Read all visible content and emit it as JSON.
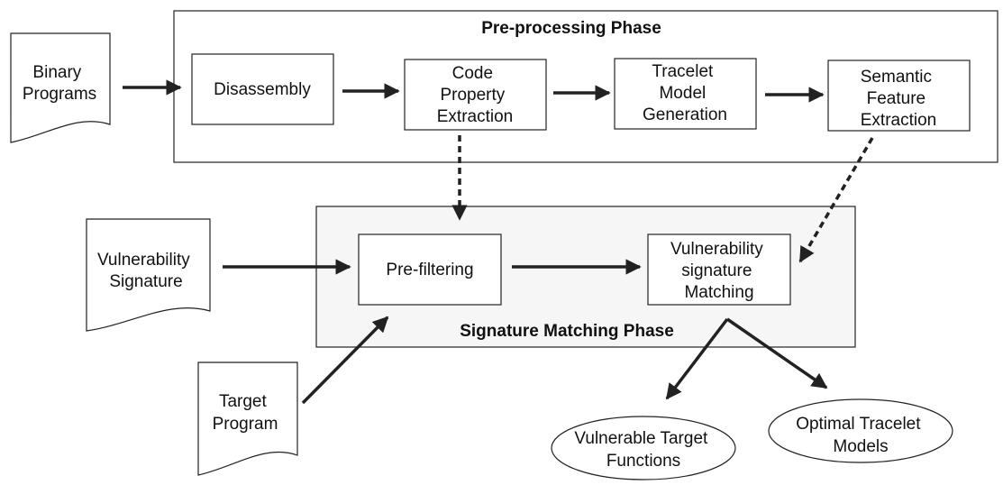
{
  "colors": {
    "stroke": "#222222",
    "text": "#111111",
    "box_fill": "#ffffff",
    "matching_phase_fill": "#f6f6f6"
  },
  "phases": {
    "preprocessing": "Pre-processing Phase",
    "matching": "Signature Matching Phase"
  },
  "inputs": {
    "binary_programs": [
      "Binary",
      "Programs"
    ],
    "vulnerability_signature": [
      "Vulnerability",
      "Signature"
    ],
    "target_program": [
      "Target",
      "Program"
    ]
  },
  "steps": {
    "disassembly": [
      "Disassembly"
    ],
    "code_property": [
      "Code",
      "Property",
      "Extraction"
    ],
    "tracelet_model": [
      "Tracelet",
      "Model",
      "Generation"
    ],
    "semantic_feature": [
      "Semantic",
      "Feature",
      "Extraction"
    ],
    "prefiltering": [
      "Pre-filtering"
    ],
    "signature_matching": [
      "Vulnerability",
      "signature",
      "Matching"
    ]
  },
  "outputs": {
    "vulnerable_functions": [
      "Vulnerable Target",
      "Functions"
    ],
    "optimal_models": [
      "Optimal Tracelet",
      "Models"
    ]
  }
}
